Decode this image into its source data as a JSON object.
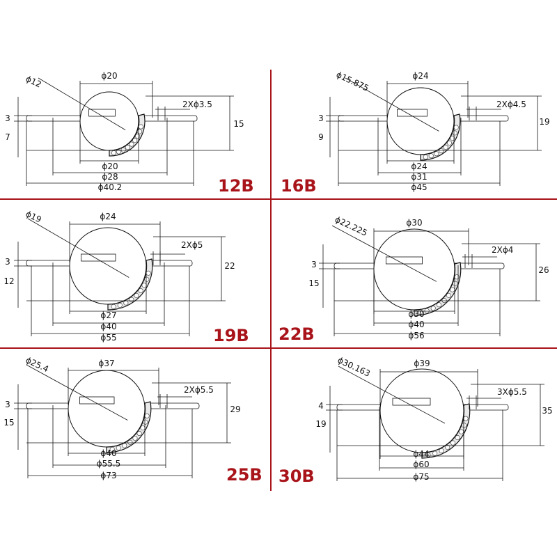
{
  "colors": {
    "divider": "#a8141a",
    "model_label": "#a8141a",
    "line": "#111111"
  },
  "panels": [
    {
      "model": "12B",
      "ball_dia": "ϕ12",
      "top_dia": "ϕ20",
      "holes": "2Xϕ3.5",
      "flange_t": "3",
      "lower_h": "7",
      "total_h": "15",
      "d1": "ϕ20",
      "d2": "ϕ28",
      "d3": "ϕ40.2"
    },
    {
      "model": "16B",
      "ball_dia": "ϕ15.875",
      "top_dia": "ϕ24",
      "holes": "2Xϕ4.5",
      "flange_t": "3",
      "lower_h": "9",
      "total_h": "19",
      "d1": "ϕ24",
      "d2": "ϕ31",
      "d3": "ϕ45"
    },
    {
      "model": "19B",
      "ball_dia": "ϕ19",
      "top_dia": "ϕ24",
      "holes": "2Xϕ5",
      "flange_t": "3",
      "lower_h": "12",
      "total_h": "22",
      "d1": "ϕ27",
      "d2": "ϕ40",
      "d3": "ϕ55"
    },
    {
      "model": "22B",
      "ball_dia": "ϕ22.225",
      "top_dia": "ϕ30",
      "holes": "2Xϕ4",
      "flange_t": "3",
      "lower_h": "15",
      "total_h": "26",
      "d1": "ϕ30",
      "d2": "ϕ40",
      "d3": "ϕ56"
    },
    {
      "model": "25B",
      "ball_dia": "ϕ25.4",
      "top_dia": "ϕ37",
      "holes": "2Xϕ5.5",
      "flange_t": "3",
      "lower_h": "15",
      "total_h": "29",
      "d1": "ϕ40",
      "d2": "ϕ55.5",
      "d3": "ϕ73"
    },
    {
      "model": "30B",
      "ball_dia": "ϕ30.163",
      "top_dia": "ϕ39",
      "holes": "3Xϕ5.5",
      "flange_t": "4",
      "lower_h": "19",
      "total_h": "35",
      "d1": "ϕ44",
      "d2": "ϕ60",
      "d3": "ϕ75"
    }
  ]
}
